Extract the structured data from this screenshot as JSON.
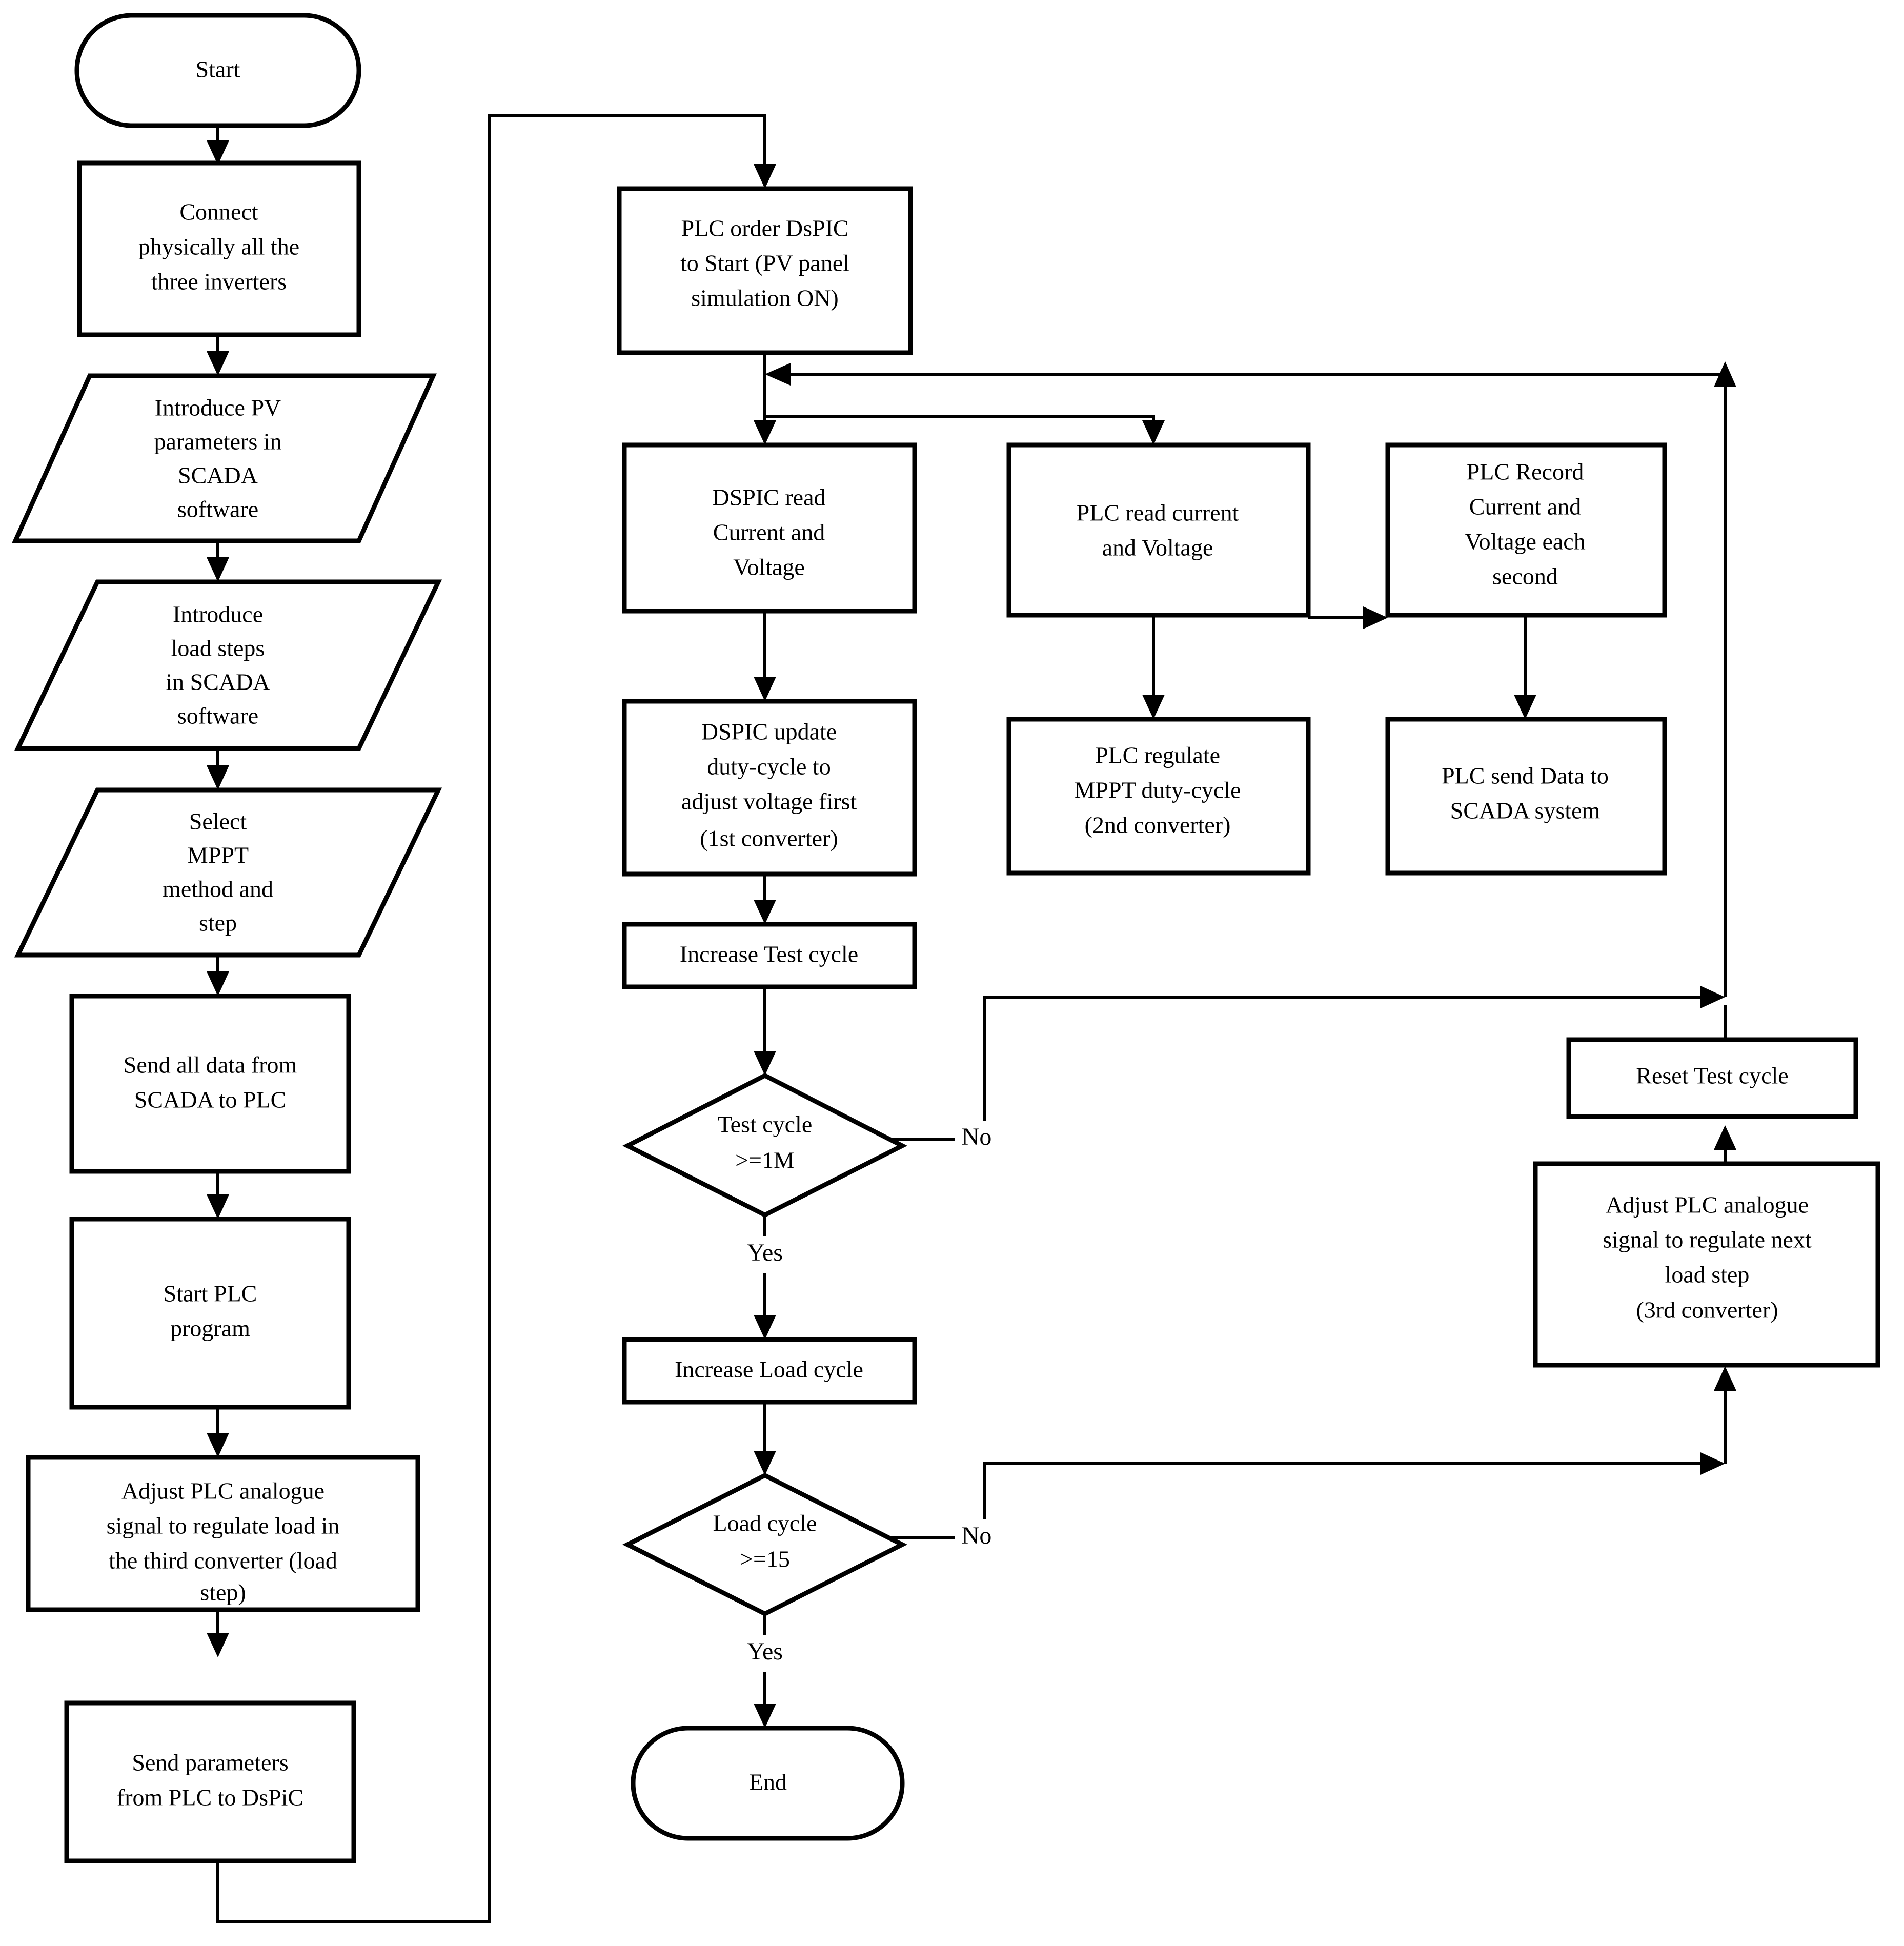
{
  "diagram": {
    "title": "PLC / DsPIC PV test-bench control flowchart",
    "background_color": "#ffffff",
    "line_color": "#000000",
    "text_color": "#000000"
  },
  "nodes": {
    "start": {
      "label": "Start",
      "shape": "terminator"
    },
    "connect_inverters": {
      "label_lines": [
        "Connect",
        "physically all the",
        "three inverters"
      ],
      "shape": "process"
    },
    "introduce_pv": {
      "label_lines": [
        "Introduce PV",
        "parameters in",
        "SCADA",
        "software"
      ],
      "shape": "input"
    },
    "introduce_load": {
      "label_lines": [
        "Introduce",
        "load steps",
        "in SCADA",
        "software"
      ],
      "shape": "input"
    },
    "select_mppt": {
      "label_lines": [
        "Select",
        "MPPT",
        "method and",
        "step"
      ],
      "shape": "input"
    },
    "send_all_data": {
      "label_lines": [
        "Send all data from",
        "SCADA to PLC"
      ],
      "shape": "process"
    },
    "start_plc": {
      "label_lines": [
        "Start PLC",
        "program"
      ],
      "shape": "process"
    },
    "adjust_load_third": {
      "label_lines": [
        "Adjust PLC analogue",
        "signal to regulate load in",
        "the third converter (load",
        "step)"
      ],
      "shape": "process"
    },
    "send_params": {
      "label_lines": [
        "Send parameters",
        "from PLC to DsPiC"
      ],
      "shape": "process"
    },
    "plc_order_dspic": {
      "label_lines": [
        "PLC order DsPIC",
        "to Start (PV panel",
        "simulation ON)"
      ],
      "shape": "process"
    },
    "dspic_read": {
      "label_lines": [
        "DSPIC read",
        "Current and",
        "Voltage"
      ],
      "shape": "process"
    },
    "dspic_update": {
      "label_lines": [
        "DSPIC update",
        "duty-cycle to",
        "adjust voltage  first",
        "(1st converter)"
      ],
      "shape": "process"
    },
    "increase_test_cycle": {
      "label_lines": [
        "Increase Test cycle"
      ],
      "shape": "process"
    },
    "test_cycle_decision": {
      "label_lines": [
        "Test cycle",
        ">=1M"
      ],
      "shape": "decision"
    },
    "increase_load_cycle": {
      "label_lines": [
        "Increase Load cycle"
      ],
      "shape": "process"
    },
    "load_cycle_decision": {
      "label_lines": [
        "Load cycle",
        ">=15"
      ],
      "shape": "decision"
    },
    "end": {
      "label": "End",
      "shape": "terminator"
    },
    "plc_read": {
      "label_lines": [
        "PLC read current",
        "and Voltage"
      ],
      "shape": "process"
    },
    "plc_regulate": {
      "label_lines": [
        "PLC regulate",
        "MPPT duty-cycle",
        "(2nd converter)"
      ],
      "shape": "process"
    },
    "plc_record": {
      "label_lines": [
        "PLC Record",
        "Current  and",
        "Voltage each",
        "second"
      ],
      "shape": "process"
    },
    "plc_send_scada": {
      "label_lines": [
        "PLC send Data to",
        "SCADA system"
      ],
      "shape": "process"
    },
    "reset_test_cycle": {
      "label_lines": [
        "Reset Test cycle"
      ],
      "shape": "process"
    },
    "adjust_next_load": {
      "label_lines": [
        "Adjust PLC analogue",
        "signal to regulate next",
        "load step",
        "(3rd converter)"
      ],
      "shape": "process"
    }
  },
  "edge_labels": {
    "test_cycle_no": "No",
    "test_cycle_yes": "Yes",
    "load_cycle_no": "No",
    "load_cycle_yes": "Yes"
  }
}
